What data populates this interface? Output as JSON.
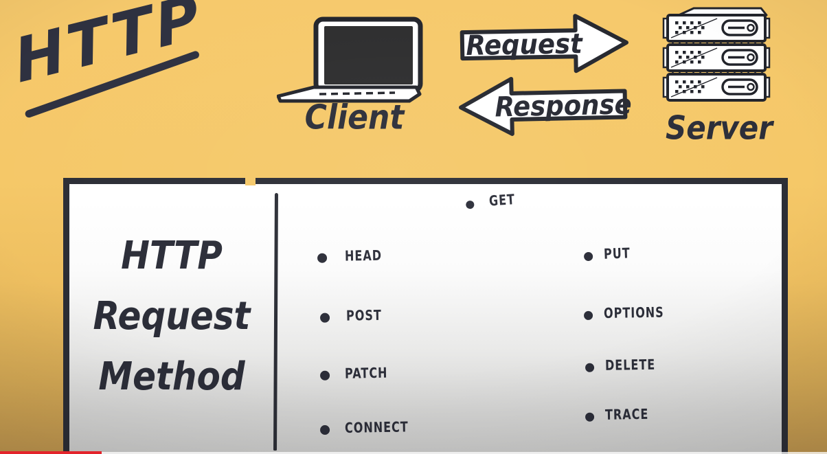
{
  "title": {
    "text": "HTTP"
  },
  "diagram": {
    "client": {
      "label": "Client"
    },
    "server": {
      "label": "Server"
    },
    "request_arrow": {
      "label": "Request"
    },
    "response_arrow": {
      "label": "Response"
    }
  },
  "panel": {
    "header_lines": [
      "HTTP",
      "Request",
      "Method"
    ],
    "methods": {
      "top": [
        "GET"
      ],
      "left": [
        "HEAD",
        "POST",
        "PATCH",
        "CONNECT"
      ],
      "right": [
        "PUT",
        "OPTIONS",
        "DELETE",
        "TRACE"
      ]
    }
  },
  "colors": {
    "background_top": "#f6c96c",
    "background_bottom": "#b9914c",
    "ink": "#2b2d38",
    "panel_fill_top": "#ffffff",
    "panel_fill_bottom": "#c7c7c6",
    "arrow_fill": "#ffffff",
    "progress_red": "#e3242b"
  }
}
